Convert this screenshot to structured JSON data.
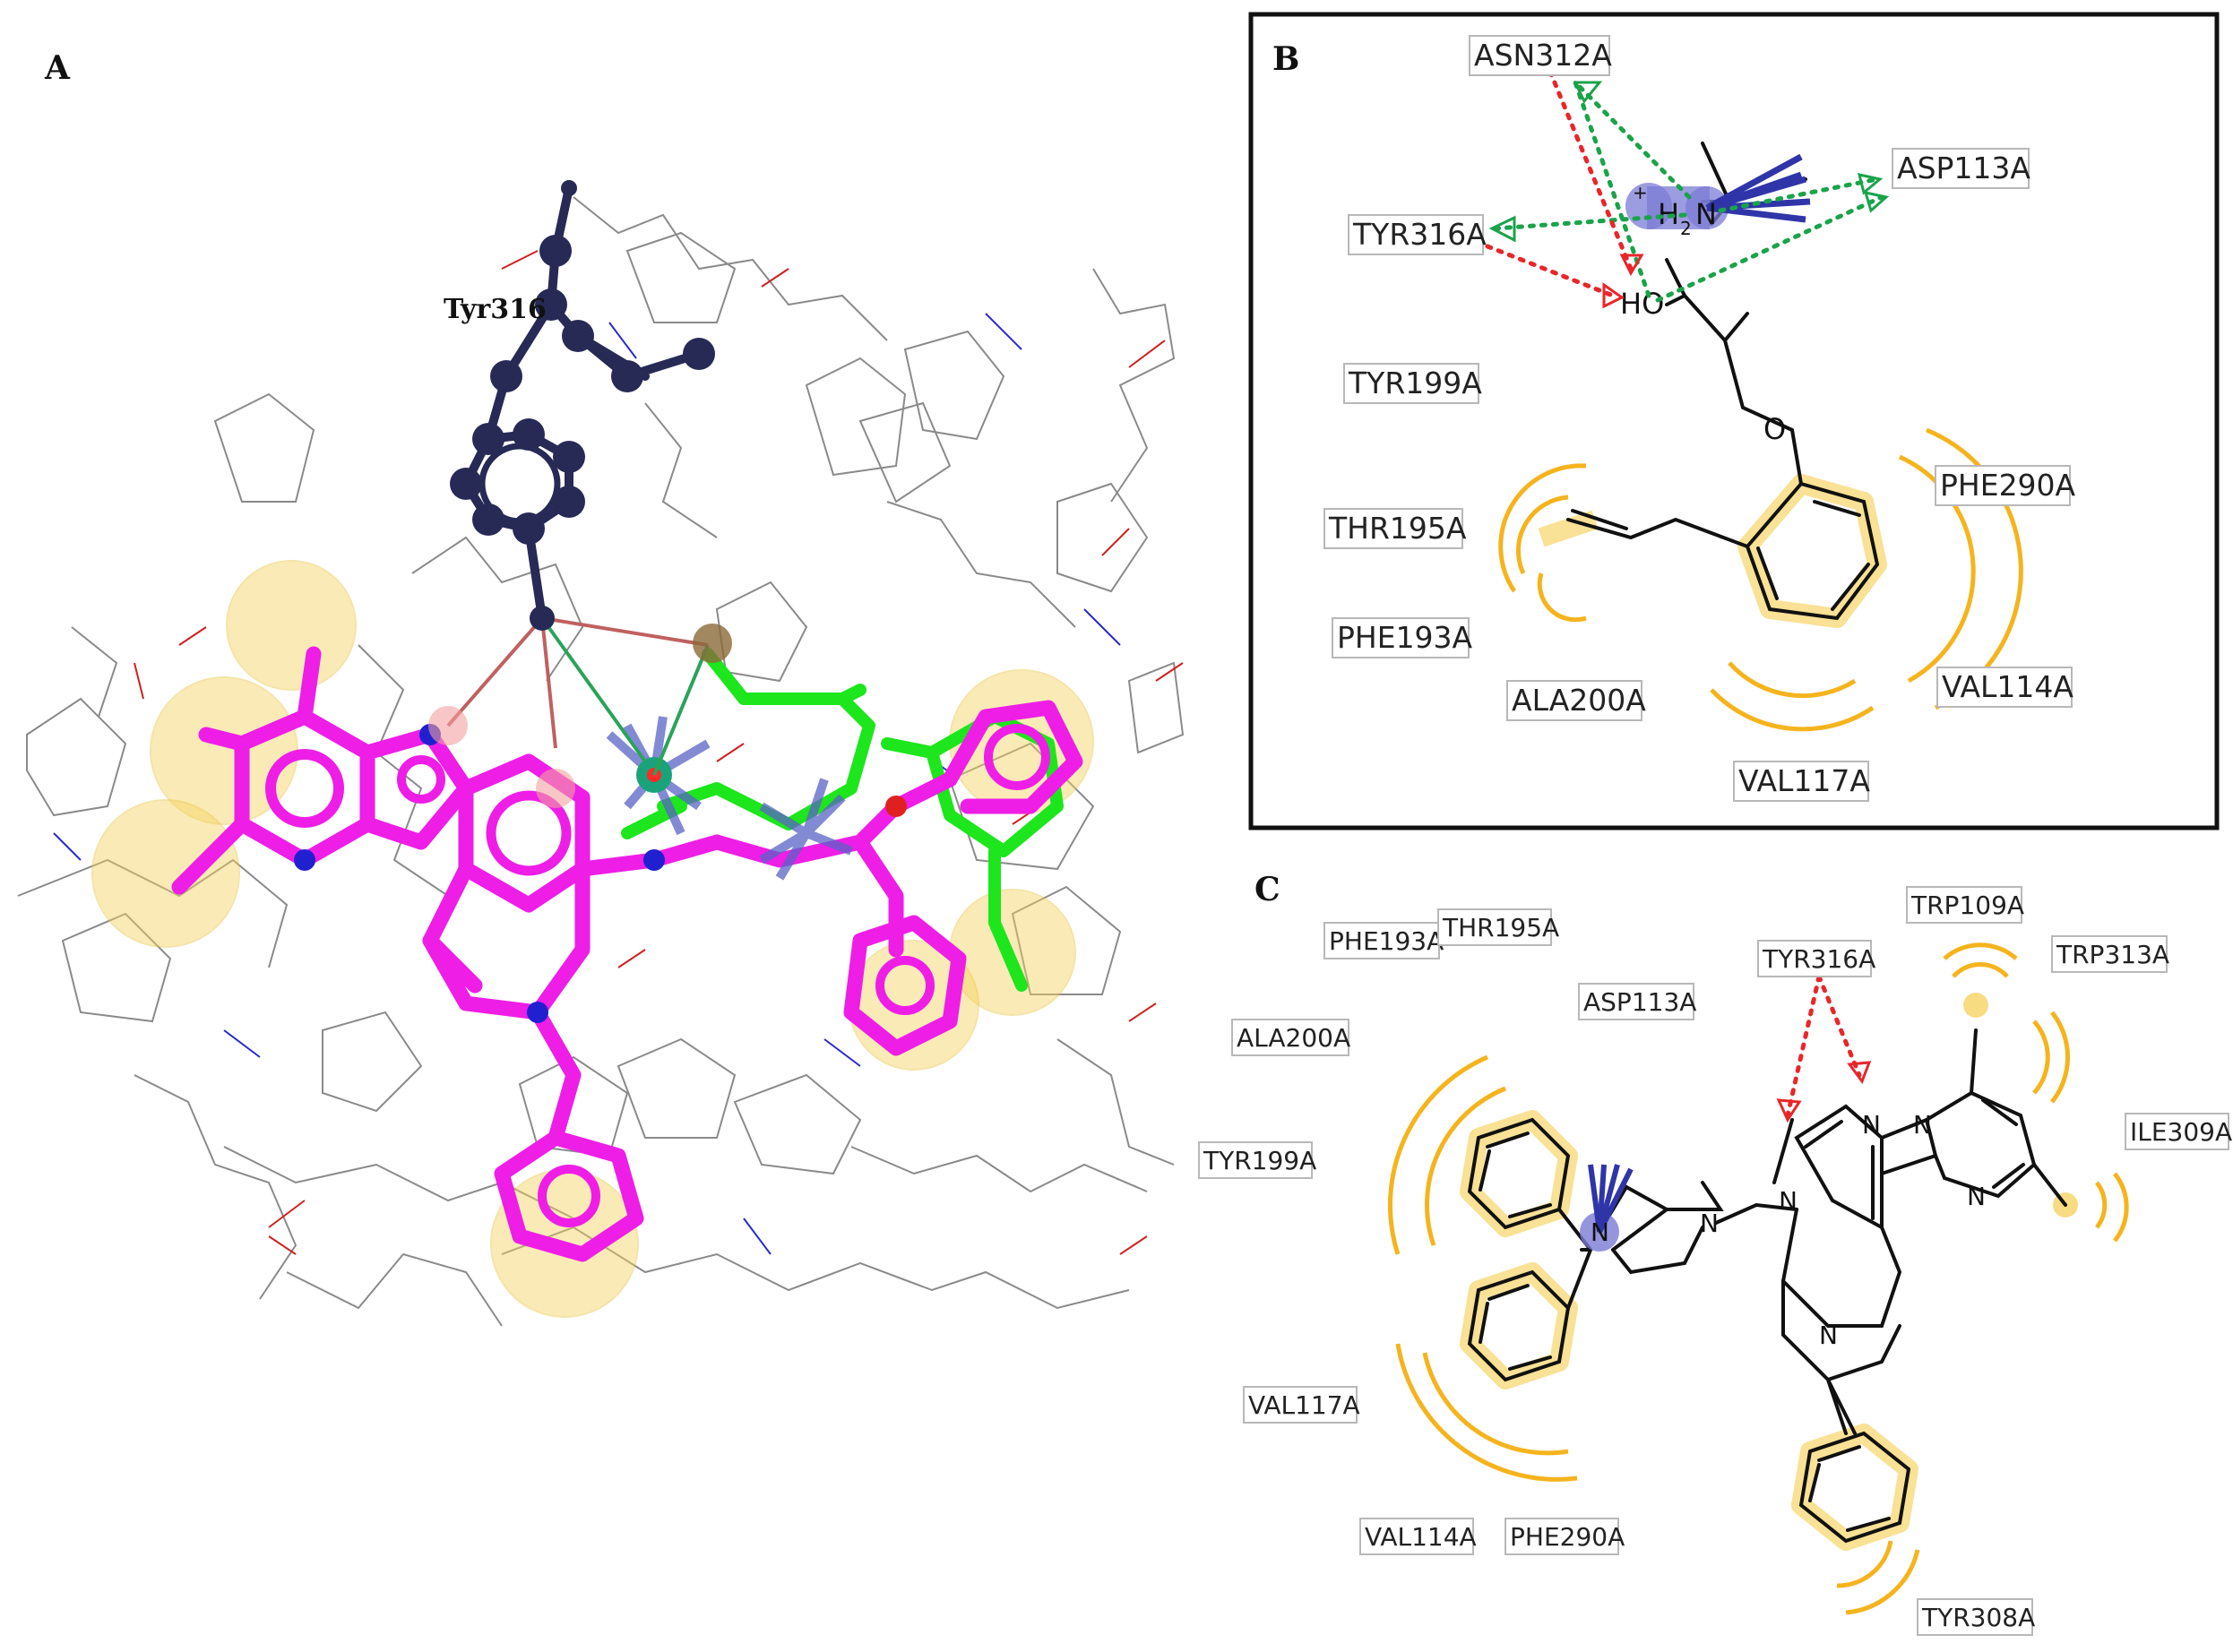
{
  "panels": {
    "a": {
      "label": "A",
      "residue": "Tyr316"
    },
    "b": {
      "label": "B",
      "residues": [
        "ASN312A",
        "ASP113A",
        "TYR316A",
        "TYR199A",
        "PHE290A",
        "THR195A",
        "PHE193A",
        "ALA200A",
        "VAL114A",
        "VAL117A"
      ],
      "atoms": {
        "h2n": "H",
        "h2n_sub": "2",
        "h2n_n": "N",
        "plus": "+",
        "ho": "HO",
        "o": "O"
      }
    },
    "c": {
      "label": "C",
      "residues": [
        "PHE193A",
        "THR195A",
        "TRP109A",
        "TYR316A",
        "TRP313A",
        "ASP113A",
        "ALA200A",
        "ILE309A",
        "TYR199A",
        "VAL117A",
        "VAL114A",
        "PHE290A",
        "TYR308A"
      ],
      "atoms": {
        "n": "N"
      }
    }
  },
  "colors": {
    "hydrophobic": "#f5b41e",
    "hbond": "#1aa34a",
    "donor_acceptor_red": "#e8262a",
    "ligand_a": "#ee1ee6",
    "ligand_b": "#1de61d",
    "tyr316": "#262a55",
    "ionizable": "#7b7bd6"
  }
}
